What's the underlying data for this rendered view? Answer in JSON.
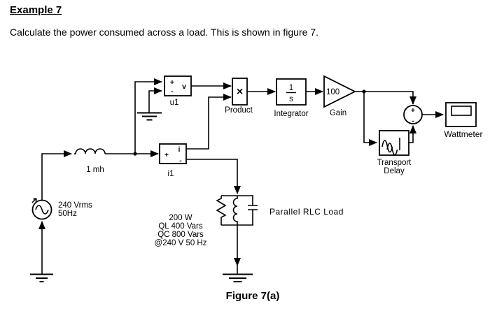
{
  "header": {
    "title": "Example 7",
    "description": "Calculate the power consumed across a load. This is shown in figure 7."
  },
  "caption": "Figure 7(a)",
  "colors": {
    "line": "#000000",
    "background": "#ffffff"
  },
  "diagram": {
    "voltage_sensor": {
      "label": "u1",
      "plus": "+",
      "minus": "-",
      "port": "v"
    },
    "current_sensor": {
      "label": "i1",
      "plus": "+",
      "minus": "-",
      "port": "i"
    },
    "product": {
      "label": "Product",
      "symbol": "×"
    },
    "integrator": {
      "label": "Integrator",
      "numerator": "1",
      "denominator": "s"
    },
    "gain": {
      "label": "Gain",
      "value": "100"
    },
    "sum": {
      "plus": "+",
      "minus": "-"
    },
    "transport_delay": {
      "label_line1": "Transport",
      "label_line2": "Delay"
    },
    "wattmeter": {
      "label": "Wattmeter"
    },
    "inductor": {
      "label": "1 mh"
    },
    "ac_source": {
      "label_line1": "240 Vrms",
      "label_line2": "50Hz"
    },
    "rlc_load": {
      "label": "Parallel RLC Load",
      "specs": [
        "200 W",
        "QL 400 Vars",
        "QC 800 Vars",
        "@240 V 50 Hz"
      ]
    }
  }
}
